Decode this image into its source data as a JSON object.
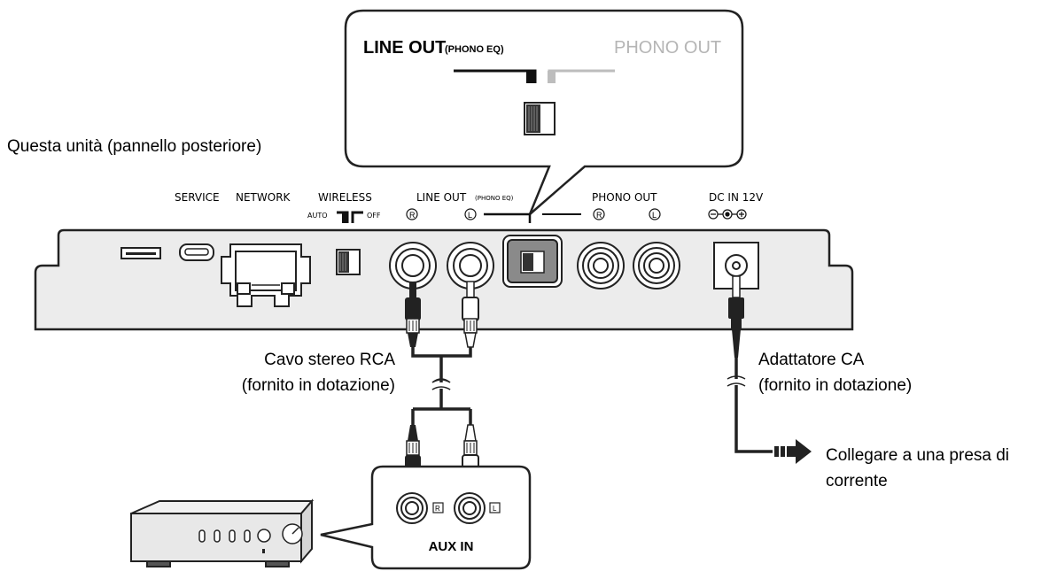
{
  "callout": {
    "line_out": "LINE OUT",
    "phono_eq": "(PHONO EQ)",
    "phono_out": "PHONO OUT"
  },
  "unit_caption": "Questa unità (pannello posteriore)",
  "panel": {
    "service": "SERVICE",
    "network": "NETWORK",
    "wireless": "WIRELESS",
    "wireless_auto": "AUTO",
    "wireless_off": "OFF",
    "line_out": "LINE OUT",
    "phono_eq": "(PHONO EQ)",
    "phono_out": "PHONO OUT",
    "dc_in": "DC IN 12V",
    "r_mark": "R",
    "l_mark": "L"
  },
  "rca_cable": {
    "line1": "Cavo stereo RCA",
    "line2": "(fornito in dotazione)"
  },
  "ac_adapter": {
    "line1": "Adattatore CA",
    "line2": "(fornito in dotazione)"
  },
  "outlet": {
    "line1": "Collegare a una presa di",
    "line2": "corrente"
  },
  "aux": {
    "label": "AUX IN",
    "r_mark": "R",
    "l_mark": "L"
  },
  "colors": {
    "outline": "#222222",
    "panel_fill": "#ececec",
    "highlight": "#8a8a8a",
    "faded": "#bdbdbd"
  }
}
